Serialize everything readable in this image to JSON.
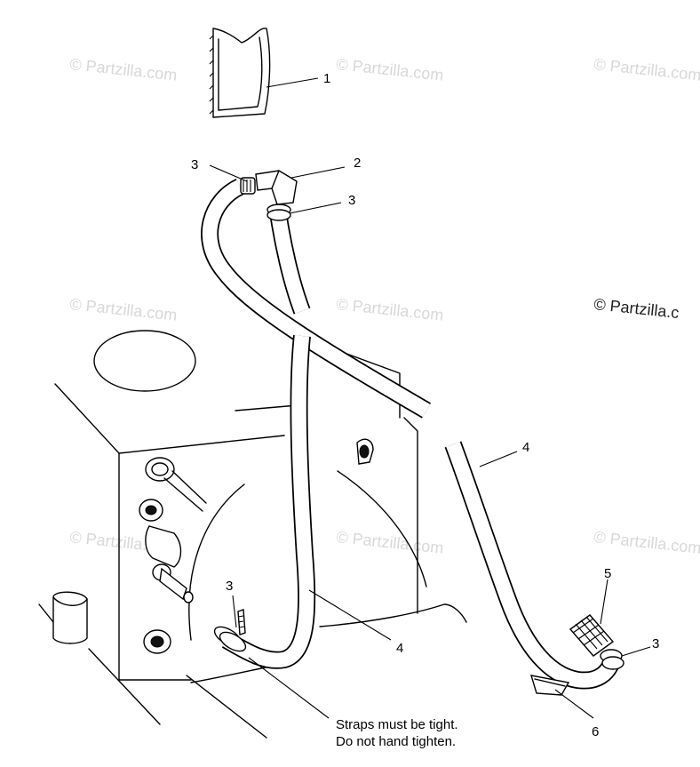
{
  "watermark": {
    "text": "© Partzilla.com",
    "visible_text": "© Partzilla.c"
  },
  "callouts": {
    "c1": "1",
    "c2": "2",
    "c3a": "3",
    "c3b": "3",
    "c3c": "3",
    "c3d": "3",
    "c4a": "4",
    "c4b": "4",
    "c5": "5",
    "c6": "6"
  },
  "note": {
    "line1": "Straps must be tight.",
    "line2": "Do not hand tighten."
  },
  "colors": {
    "ink": "#000000",
    "watermark": "#d8d8d8",
    "background": "#ffffff"
  }
}
